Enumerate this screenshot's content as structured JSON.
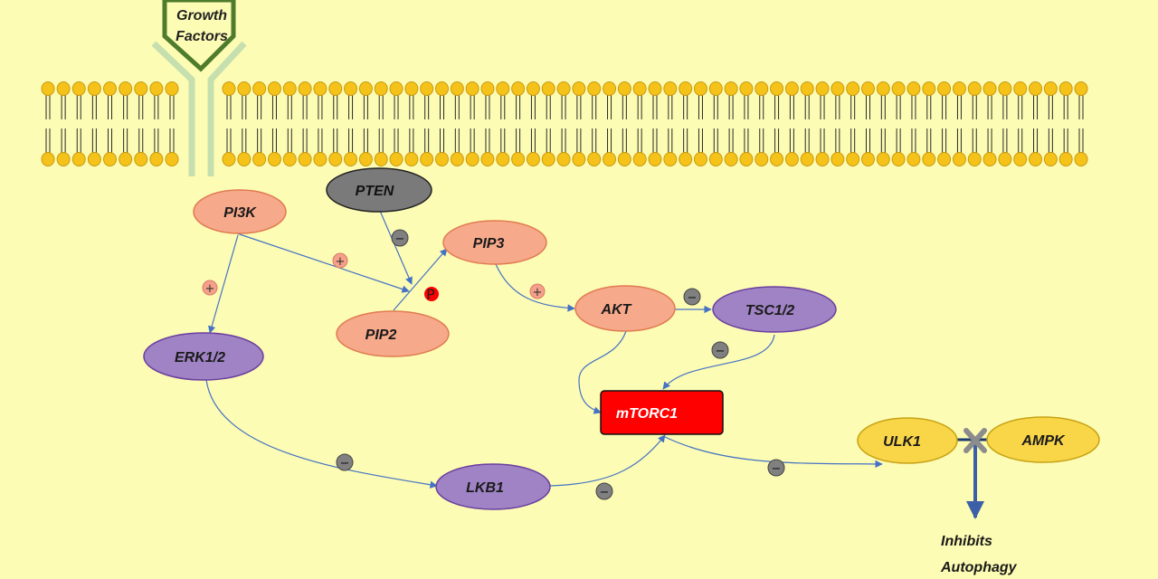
{
  "receptor": {
    "label_line1": "Growth",
    "label_line2": "Factors"
  },
  "nodes": {
    "pi3k": "PI3K",
    "pten": "PTEN",
    "pip3": "PIP3",
    "pip2": "PIP2",
    "akt": "AKT",
    "tsc": "TSC1/2",
    "erk": "ERK1/2",
    "mtorc1": "mTORC1",
    "lkb1": "LKB1",
    "ulk1": "ULK1",
    "ampk": "AMPK"
  },
  "phosphate": "P",
  "signs": {
    "plus": "+",
    "minus": "−"
  },
  "outcome": {
    "line1": "Inhibits",
    "line2": "Autophagy"
  },
  "colors": {
    "background": "#fdfcb4",
    "lipid_head": "#f5c21a",
    "lipid_outline": "#c89a10",
    "receptor": "#4f7c2c",
    "receptor_stem": "#c6dfae",
    "salmon_node": "#f7a98b",
    "salmon_outline": "#e07b51",
    "purple_node": "#9f83c4",
    "purple_outline": "#6b3fa0",
    "gray_node": "#7a7a7a",
    "mtor_fill": "#ff0000",
    "yellow_node": "#f9d548",
    "yellow_outline": "#c7a216",
    "arrow": "#4472c4",
    "plus_sign": "#f4a08a",
    "minus_sign": "#808080"
  }
}
